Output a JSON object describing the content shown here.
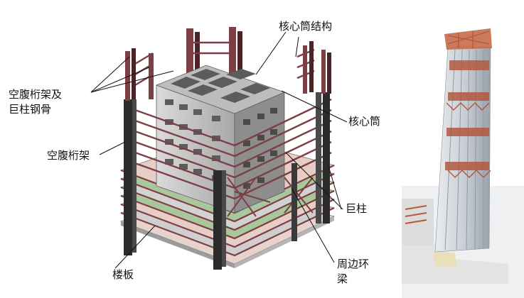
{
  "labels": {
    "core_structure": "核心筒结构",
    "vierendeel_with_megacolumn_line1": "空腹桁架及",
    "vierendeel_with_megacolumn_line2": "巨柱钢骨",
    "core_tube": "核心筒",
    "vierendeel_truss": "空腹桁架",
    "mega_column": "巨柱",
    "perimeter_ring_beam_line1": "周边环",
    "perimeter_ring_beam_line2": "梁",
    "floor_slab": "楼板"
  },
  "colors": {
    "steel": "#7e3f44",
    "steel_dark": "#4b2427",
    "steel_light": "#b98b86",
    "concrete": "#cfcfcf",
    "concrete_dark": "#8d8d8d",
    "concrete_shadow": "#5c5c5c",
    "slab_green": "#a9c79d",
    "slab_pink": "#e6cdc6",
    "slab_grey": "#d2d2d2",
    "column_dark": "#2b2b2b",
    "tower_glass": "#bfc4cc",
    "tower_crown": "#c56b4a",
    "leader_line": "#111111"
  }
}
